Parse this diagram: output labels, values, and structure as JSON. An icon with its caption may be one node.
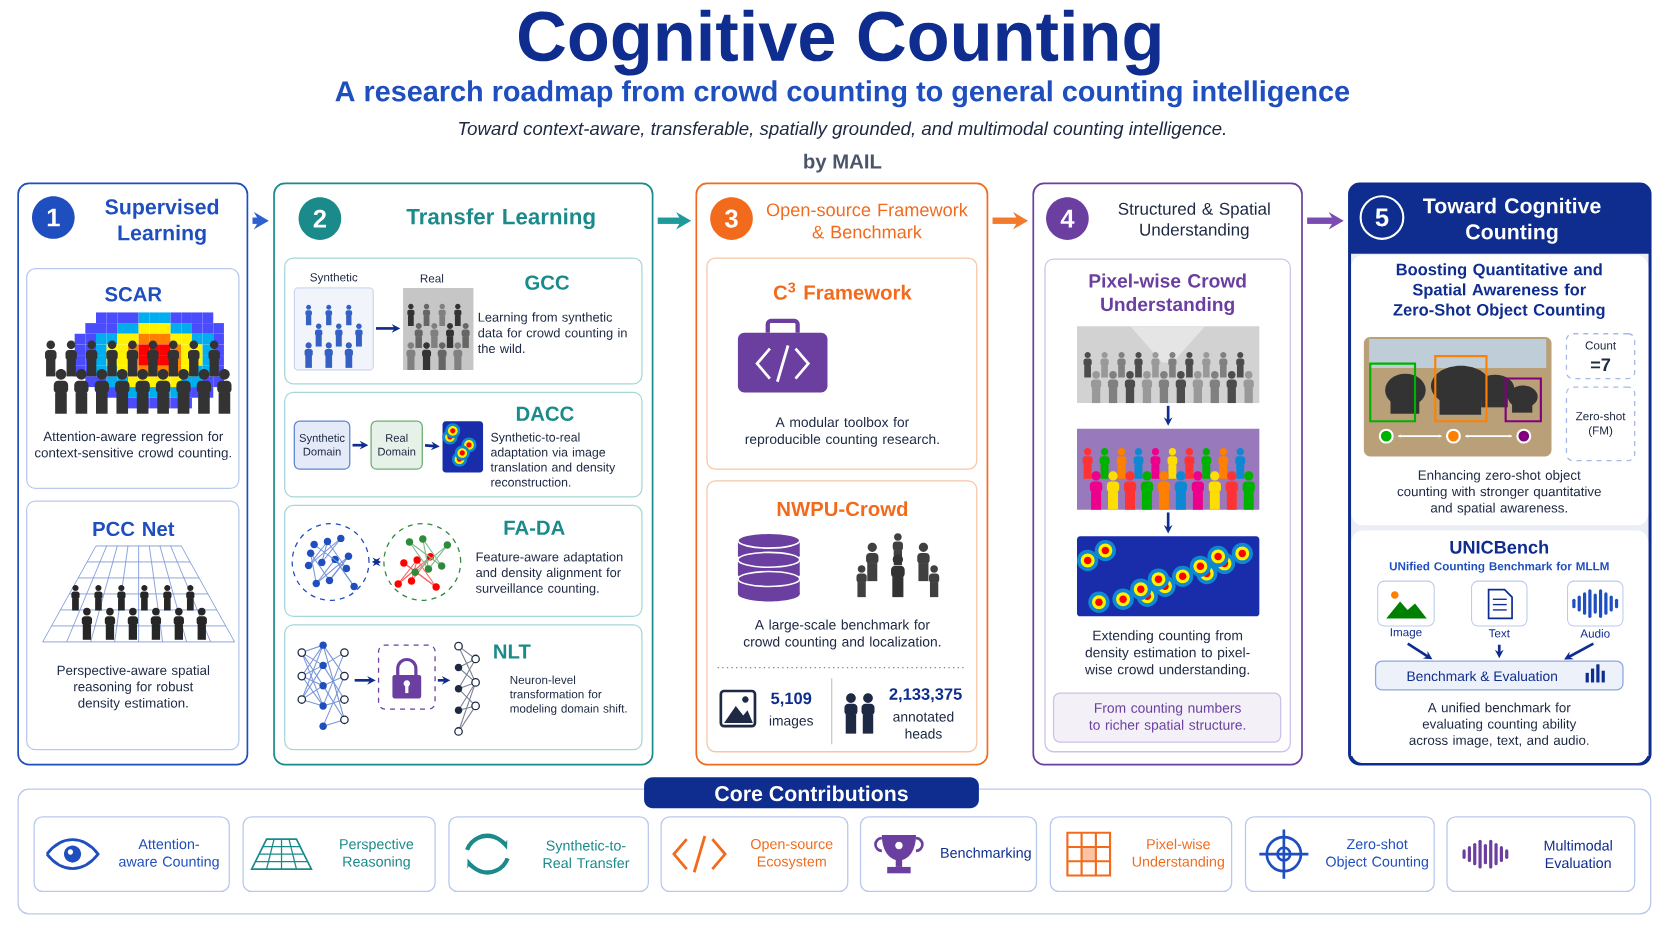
{
  "diagram": {
    "title": "Cognitive Counting",
    "nodes": [
      {
        "text": [
          "1",
          "Supervised Learning"
        ]
      },
      {
        "text": [
          "SCAR",
          "Attention-aware regression for context-sensitive crowd counting."
        ],
        "in": 0
      },
      {
        "text": [
          "PCC Net",
          "Perspective-aware spatial reasoning for robust density estimation."
        ],
        "in": 0
      },
      {
        "text": [
          "2",
          "Transfer Learning"
        ]
      },
      {
        "text": [
          "GCC",
          "Learning from synthetic data for crowd counting in the wild."
        ],
        "in": 3
      },
      {
        "text": [
          "Synthetic"
        ],
        "in": 4
      },
      {
        "text": [
          "Real"
        ],
        "in": 4
      },
      {
        "text": [
          "DACC",
          "Synthetic-to-real adaptation via image translation and density reconstruction."
        ],
        "in": 3
      },
      {
        "text": [
          "Synthetic Domain"
        ],
        "in": 7
      },
      {
        "text": [
          "Real Domain"
        ],
        "in": 7
      },
      {
        "text": [],
        "shape": "picture",
        "in": 7
      },
      {
        "text": [
          "FA-DA",
          "Feature-aware adaptation and density alignment for surveillance counting."
        ],
        "in": 3
      },
      {
        "text": [],
        "shape": "circle",
        "in": 11
      },
      {
        "text": [],
        "shape": "circle",
        "in": 11
      },
      {
        "text": [
          "NLT",
          "Neuron-level transformation for modeling domain shift."
        ],
        "in": 3
      },
      {
        "text": [],
        "shape": "picture",
        "in": 14
      },
      {
        "text": [],
        "shape": "box",
        "in": 14
      },
      {
        "text": [],
        "shape": "picture",
        "in": 14
      },
      {
        "text": [
          "3",
          "Open-source Framework & Benchmark"
        ]
      },
      {
        "text": [
          "C$^{3}$ Framework",
          "A modular toolbox for reproducible counting research."
        ],
        "in": 18
      },
      {
        "text": [
          "NWPU-Crowd",
          "A large-scale benchmark for crowd counting and localization.",
          "5,109",
          "images",
          "2,133,375",
          "annotated heads"
        ],
        "in": 18
      },
      {
        "text": [
          "4",
          "Structured & Spatial Understanding"
        ]
      },
      {
        "text": [
          "Pixel-wise Crowd Understanding",
          "Extending counting from density estimation to pixel-wise crowd understanding."
        ],
        "in": 21
      },
      {
        "text": [],
        "shape": "picture",
        "in": 22
      },
      {
        "text": [],
        "shape": "picture",
        "in": 22
      },
      {
        "text": [],
        "shape": "picture",
        "in": 22
      },
      {
        "text": [
          "From counting numbers to richer spatial structure."
        ],
        "in": 22
      },
      {
        "text": [
          "5",
          "Toward Cognitive Counting"
        ]
      },
      {
        "text": [
          "Boosting Quantitative and Spatial Awareness for Zero-Shot Object Counting",
          "Enhancing zero-shot object counting with stronger quantitative and spatial awareness."
        ],
        "in": 27
      },
      {
        "text": [
          "Count",
          "=7"
        ],
        "in": 28
      },
      {
        "text": [
          "Zero-shot (FM)"
        ],
        "in": 28
      },
      {
        "text": [
          "UNICBench",
          "UNified Counting Benchmark for MLLM",
          "A unified benchmark for evaluating counting ability across image, text, and audio."
        ],
        "in": 27
      },
      {
        "text": [
          "Image"
        ],
        "in": 31
      },
      {
        "text": [
          "Text"
        ],
        "in": 31
      },
      {
        "text": [
          "Audio"
        ],
        "in": 31
      },
      {
        "text": [
          "Benchmark & Evaluation"
        ],
        "in": 31
      },
      {
        "text": [
          "Core Contributions"
        ]
      },
      {
        "text": [
          "Attention-aware Counting"
        ],
        "in": 36
      },
      {
        "text": [
          "Perspective Reasoning"
        ],
        "in": 36
      },
      {
        "text": [
          "Synthetic-to-Real Transfer"
        ],
        "in": 36
      },
      {
        "text": [
          "Open-source Ecosystem"
        ],
        "in": 36
      },
      {
        "text": [
          "Benchmarking"
        ],
        "in": 36
      },
      {
        "text": [
          "Pixel-wise Understanding"
        ],
        "in": 36
      },
      {
        "text": [
          "Zero-shot Object Counting"
        ],
        "in": 36
      },
      {
        "text": [
          "Multimodal Evaluation"
        ],
        "in": 36
      }
    ],
    "edges": [
      {
        "from": 0,
        "to": 3,
        "arrow": "to",
        "style": "thick",
        "color": "#2f5fd0"
      },
      {
        "from": 3,
        "to": 18,
        "arrow": "to",
        "style": "thick",
        "color": "#1f9a9a"
      },
      {
        "from": 18,
        "to": 21,
        "arrow": "to",
        "style": "thick",
        "color": "#f27a2a"
      },
      {
        "from": 21,
        "to": 27,
        "arrow": "to",
        "style": "thick",
        "color": "#7a4bb0"
      },
      {
        "from": 5,
        "to": 6,
        "arrow": "to"
      },
      {
        "from": 8,
        "to": 9,
        "arrow": "to"
      },
      {
        "from": 9,
        "to": 10,
        "arrow": "to"
      },
      {
        "from": 12,
        "to": 13,
        "arrow": "both"
      },
      {
        "from": 15,
        "to": 16,
        "arrow": "to"
      },
      {
        "from": 16,
        "to": 17,
        "arrow": "to"
      },
      {
        "from": 23,
        "to": 24,
        "arrow": "to"
      },
      {
        "from": 24,
        "to": 25,
        "arrow": "to"
      },
      {
        "from": 32,
        "to": 35,
        "arrow": "to"
      },
      {
        "from": 33,
        "to": 35,
        "arrow": "to"
      },
      {
        "from": 34,
        "to": 35,
        "arrow": "to"
      }
    ],
    "labels": [
      "A research roadmap from crowd counting to general counting intelligence",
      "Toward context-aware, transferable, spatially grounded, and multimodal counting intelligence.",
      "by MAIL"
    ]
  }
}
